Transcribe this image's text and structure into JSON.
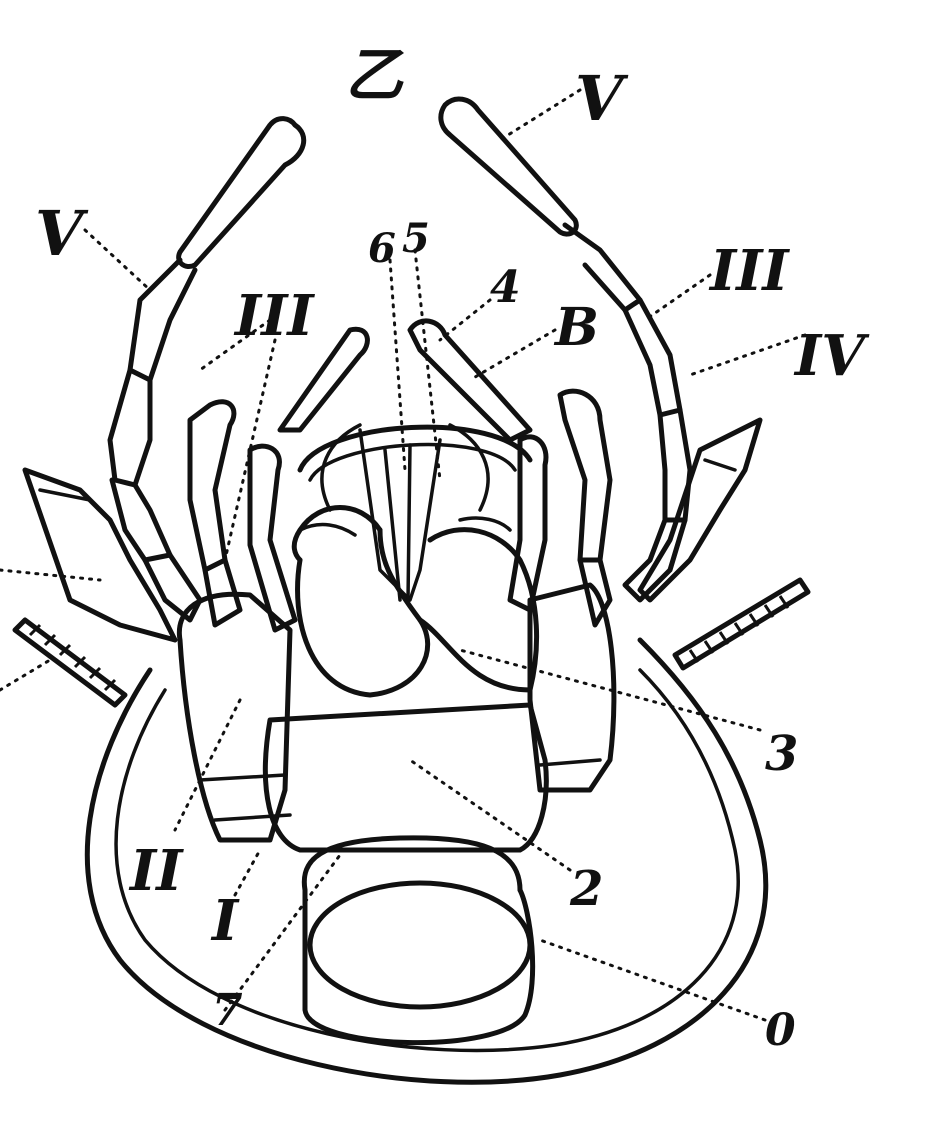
{
  "labels": {
    "top": "乙",
    "v_right": "V",
    "v_left": "V",
    "iii_left": "III",
    "iii_right": "III",
    "iv_right": "IV",
    "n6": "6",
    "n5": "5",
    "n4": "4",
    "b": "B",
    "n3": "3",
    "n2": "2",
    "ii": "II",
    "i": "I",
    "n7": "7",
    "n0": "0"
  }
}
